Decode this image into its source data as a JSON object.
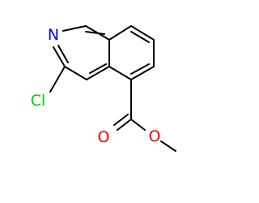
{
  "molecule": {
    "atoms": {
      "nitrogen": {
        "symbol": "N",
        "color": "#0000ff"
      },
      "chlorine": {
        "symbol": "Cl",
        "color": "#00cc00"
      },
      "carbonyl_oxygen": {
        "symbol": "O",
        "color": "#ff0000"
      },
      "ester_oxygen": {
        "symbol": "O",
        "color": "#ff0000"
      }
    },
    "bond_color": "#000000"
  }
}
